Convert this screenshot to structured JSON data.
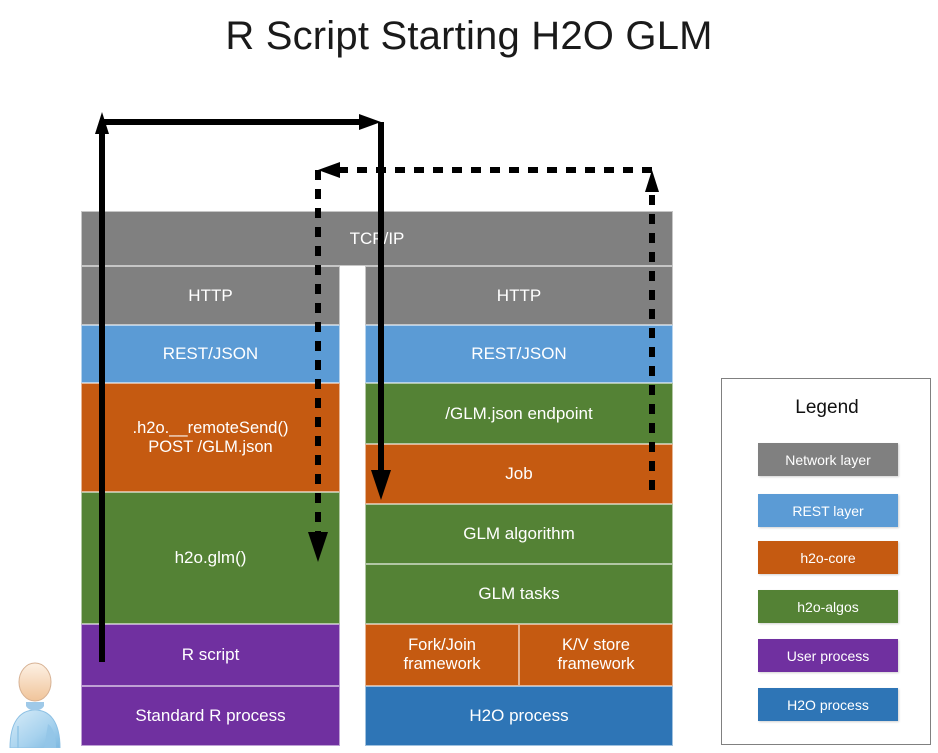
{
  "title": "R Script Starting H2O GLM",
  "diagram": {
    "type": "layered-architecture",
    "network_band": {
      "label": "TCP/IP",
      "layer": "Network layer"
    },
    "left_column": {
      "name": "Standard R process column",
      "blocks": [
        {
          "label": "",
          "layer": "Network layer",
          "color": "#808080"
        },
        {
          "label": "HTTP",
          "layer": "Network layer",
          "color": "#808080"
        },
        {
          "label": "REST/JSON",
          "layer": "REST layer",
          "color": "#5B9BD5"
        },
        {
          "label": ".h2o.__remoteSend()\nPOST /GLM.json",
          "layer": "h2o-core",
          "color": "#C55A11"
        },
        {
          "label": "h2o.glm()",
          "layer": "h2o-algos",
          "color": "#548235"
        },
        {
          "label": "R script",
          "layer": "User process",
          "color": "#7030A0"
        },
        {
          "label": "Standard R process",
          "layer": "User process",
          "color": "#7030A0"
        }
      ]
    },
    "right_column": {
      "name": "H2O process column",
      "blocks": [
        {
          "label": "TCP/IP",
          "layer": "Network layer",
          "color": "#808080"
        },
        {
          "label": "HTTP",
          "layer": "Network layer",
          "color": "#808080"
        },
        {
          "label": "REST/JSON",
          "layer": "REST layer",
          "color": "#5B9BD5"
        },
        {
          "label": "/GLM.json endpoint",
          "layer": "h2o-algos",
          "color": "#548235"
        },
        {
          "label": "Job",
          "layer": "h2o-core",
          "color": "#C55A11"
        },
        {
          "label": "GLM algorithm",
          "layer": "h2o-algos",
          "color": "#548235"
        },
        {
          "label": "GLM tasks",
          "layer": "h2o-algos",
          "color": "#548235"
        }
      ],
      "split_row": [
        {
          "label": "Fork/Join\nframework",
          "layer": "h2o-core",
          "color": "#C55A11"
        },
        {
          "label": "K/V store\nframework",
          "layer": "h2o-core",
          "color": "#C55A11"
        }
      ],
      "footer": {
        "label": "H2O process",
        "layer": "H2O process",
        "color": "#2E75B6"
      }
    },
    "flows": [
      {
        "name": "request-flow",
        "style": "solid",
        "from": "R script",
        "to": "Job",
        "description": "Solid arrow: R script up and over into H2O Job"
      },
      {
        "name": "response-flow",
        "style": "dashed",
        "from": "H2O process stack",
        "to": "h2o.glm()",
        "description": "Dashed arrow: H2O back into h2o.glm()"
      }
    ]
  },
  "legend": {
    "title": "Legend",
    "items": [
      {
        "label": "Network layer",
        "color": "#808080"
      },
      {
        "label": "REST layer",
        "color": "#5B9BD5"
      },
      {
        "label": "h2o-core",
        "color": "#C55A11"
      },
      {
        "label": "h2o-algos",
        "color": "#548235"
      },
      {
        "label": "User process",
        "color": "#7030A0"
      },
      {
        "label": "H2O process",
        "color": "#2E75B6"
      }
    ]
  },
  "avatar": {
    "icon": "user-avatar-icon",
    "label": "User"
  }
}
